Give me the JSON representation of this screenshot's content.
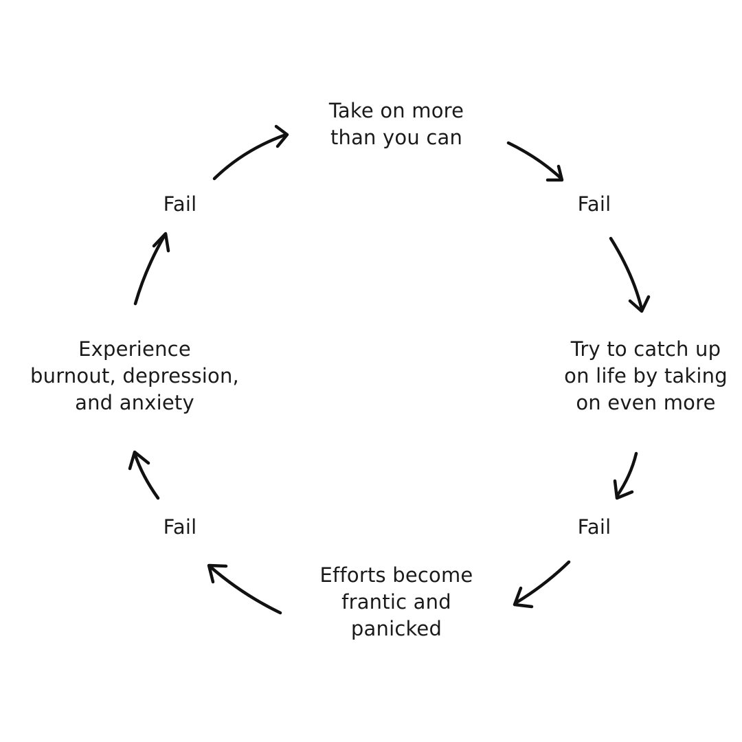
{
  "colors": {
    "background": "#ffffff",
    "text": "#1a1a1a",
    "arrow": "#111111"
  },
  "nodes": {
    "take_on_more": [
      "Take on more",
      "than you can"
    ],
    "fail_1": [
      "Fail"
    ],
    "catch_up": [
      "Try to catch up",
      "on life by taking",
      "on even more"
    ],
    "fail_2": [
      "Fail"
    ],
    "efforts": [
      "Efforts become",
      "frantic and",
      "panicked"
    ],
    "fail_3": [
      "Fail"
    ],
    "burnout": [
      "Experience",
      "burnout, depression,",
      "and anxiety"
    ],
    "fail_4": [
      "Fail"
    ]
  },
  "arrow_icon": "curved-arrow-icon",
  "cycle_direction": "clockwise"
}
